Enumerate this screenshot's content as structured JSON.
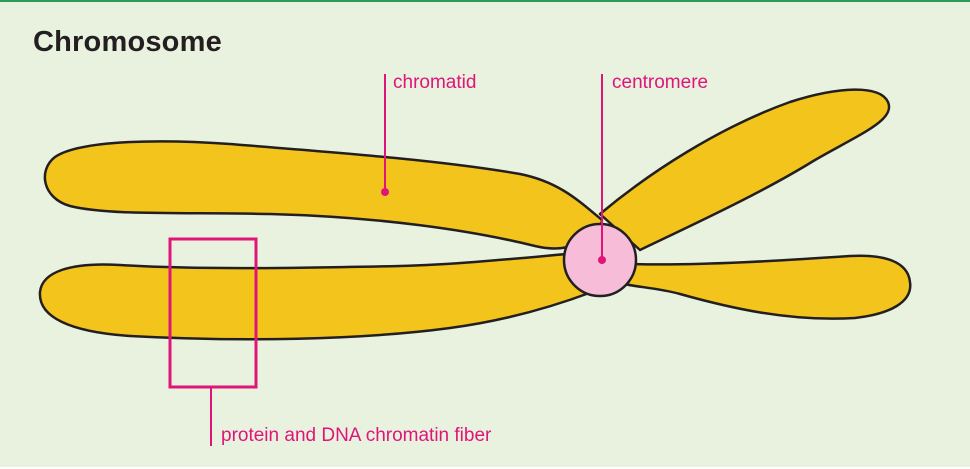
{
  "diagram": {
    "title": "Chromosome",
    "labels": {
      "chromatid": "chromatid",
      "centromere": "centromere",
      "fiber": "protein and DNA chromatin fiber"
    },
    "colors": {
      "background": "#e8f2df",
      "chromatid_fill": "#f2c41c",
      "outline": "#231f20",
      "centromere_fill": "#f7bcd8",
      "label": "#e0157a",
      "top_border": "#2e9a5a"
    }
  }
}
